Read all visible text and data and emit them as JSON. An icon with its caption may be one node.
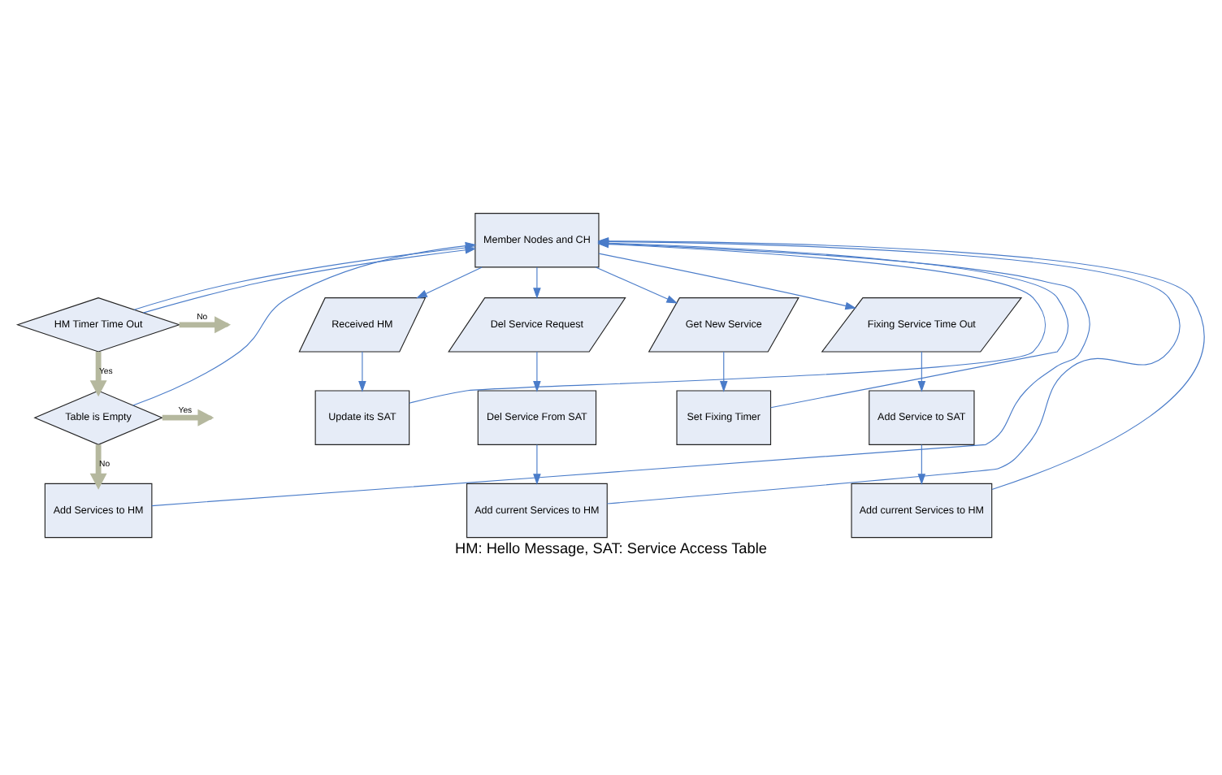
{
  "diagram": {
    "caption": "HM: Hello Message, SAT: Service Access Table",
    "nodes": [
      {
        "text": [
          "Member Nodes and CH"
        ]
      },
      {
        "text": [
          "HM Timer Time Out"
        ]
      },
      {
        "text": [
          "Received HM"
        ]
      },
      {
        "text": [
          "Del Service Request"
        ]
      },
      {
        "text": [
          "Get New Service"
        ]
      },
      {
        "text": [
          "Fixing Service Time Out"
        ]
      },
      {
        "text": [
          "Table is Empty"
        ]
      },
      {
        "text": [
          "Update its SAT"
        ]
      },
      {
        "text": [
          "Del Service From SAT"
        ]
      },
      {
        "text": [
          "Set Fixing Timer"
        ]
      },
      {
        "text": [
          "Add Service to SAT"
        ]
      },
      {
        "text": [
          "Add Services to HM"
        ]
      },
      {
        "text": [
          "Add current Services to HM"
        ]
      },
      {
        "text": [
          "Add current Services to HM"
        ]
      }
    ],
    "edges": [
      {
        "from": 0,
        "to": 1,
        "arrow": "none"
      },
      {
        "from": 0,
        "to": 2,
        "arrow": "to"
      },
      {
        "from": 0,
        "to": 3,
        "arrow": "to"
      },
      {
        "from": 0,
        "to": 4,
        "arrow": "to"
      },
      {
        "from": 0,
        "to": 5,
        "arrow": "to"
      },
      {
        "from": 1,
        "to": null,
        "arrow": "to",
        "label": "No",
        "style": "thick",
        "color": "#b5b89e"
      },
      {
        "from": 1,
        "to": 6,
        "arrow": "to",
        "label": "Yes",
        "style": "thick",
        "color": "#b5b89e"
      },
      {
        "from": 6,
        "to": null,
        "arrow": "to",
        "label": "Yes",
        "style": "thick",
        "color": "#b5b89e"
      },
      {
        "from": 6,
        "to": 11,
        "arrow": "to",
        "label": "No",
        "style": "thick",
        "color": "#b5b89e"
      },
      {
        "from": 2,
        "to": 7,
        "arrow": "to"
      },
      {
        "from": 3,
        "to": 8,
        "arrow": "to"
      },
      {
        "from": 4,
        "to": 9,
        "arrow": "to"
      },
      {
        "from": 5,
        "to": 10,
        "arrow": "to"
      },
      {
        "from": 8,
        "to": 12,
        "arrow": "to"
      },
      {
        "from": 10,
        "to": 13,
        "arrow": "to"
      },
      {
        "from": 1,
        "to": 0,
        "arrow": "to"
      },
      {
        "from": 6,
        "to": 0,
        "arrow": "to"
      },
      {
        "from": 11,
        "to": 0,
        "arrow": "to"
      },
      {
        "from": 7,
        "to": 0,
        "arrow": "to"
      },
      {
        "from": 9,
        "to": 0,
        "arrow": "to"
      },
      {
        "from": 12,
        "to": 0,
        "arrow": "to"
      },
      {
        "from": 13,
        "to": 0,
        "arrow": "to"
      }
    ]
  }
}
